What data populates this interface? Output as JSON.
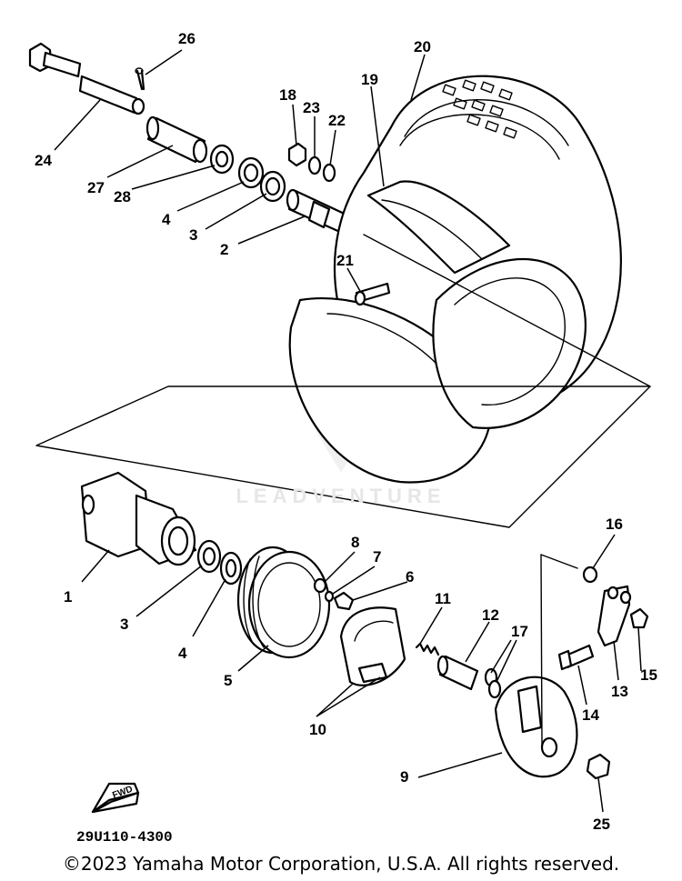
{
  "diagram": {
    "drawing_code": "29U110-4300",
    "fwd_label": "FWD",
    "watermark": "LEADVENTURE",
    "copyright": "©2023 Yamaha Motor Corporation, U.S.A. All rights reserved.",
    "part_numbers": [
      "1",
      "2",
      "3",
      "3",
      "4",
      "4",
      "5",
      "6",
      "7",
      "8",
      "9",
      "10",
      "11",
      "12",
      "13",
      "14",
      "15",
      "16",
      "17",
      "18",
      "19",
      "20",
      "21",
      "22",
      "23",
      "24",
      "25",
      "26",
      "27",
      "28"
    ]
  }
}
